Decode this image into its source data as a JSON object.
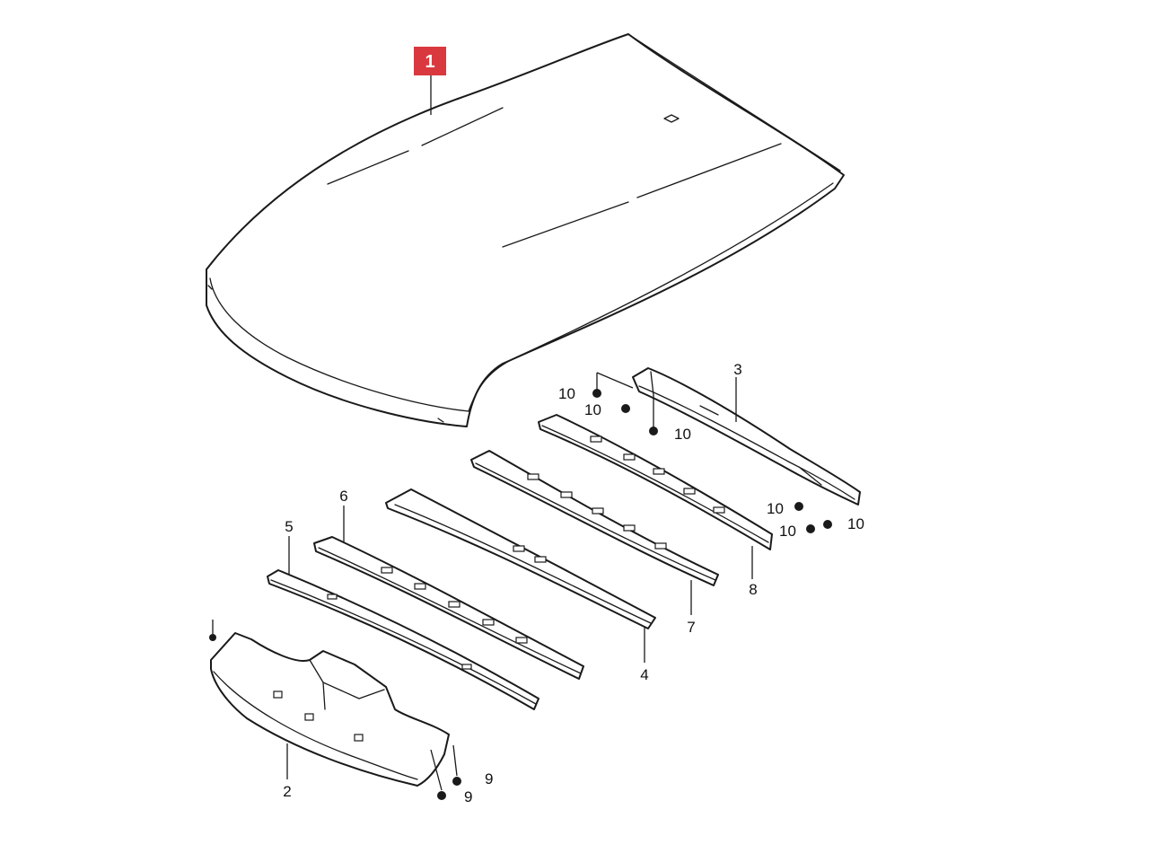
{
  "highlight_color": "#d9393e",
  "labels": {
    "p1": "1",
    "p2": "2",
    "p3": "3",
    "p4": "4",
    "p5": "5",
    "p6": "6",
    "p7": "7",
    "p8": "8",
    "p9a": "9",
    "p9b": "9",
    "p10a": "10",
    "p10b": "10",
    "p10c": "10",
    "p10d": "10",
    "p10e": "10",
    "p10f": "10"
  }
}
